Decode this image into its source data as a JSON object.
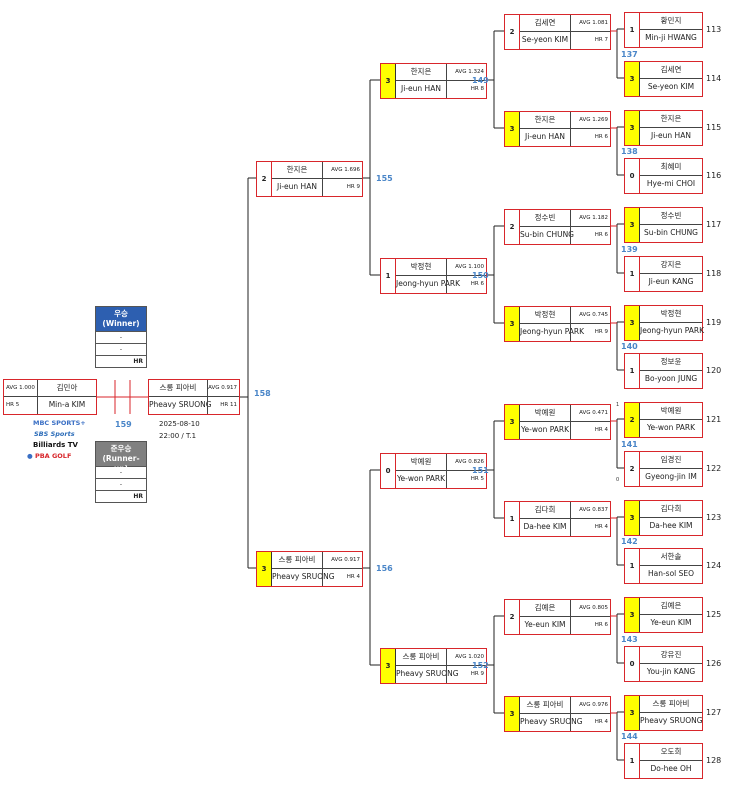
{
  "final_match": {
    "number": "159",
    "date": "2025-08-10",
    "time_table": "22:00 / T.1",
    "left": {
      "name_kr": "김민아",
      "name_en": "Min-a KIM",
      "avg": "AVG 1.000",
      "hr": "HR 5"
    },
    "right": {
      "name_kr": "스롱 피아비",
      "name_en": "Pheavy SRUONG",
      "avg": "AVG 0.917",
      "hr": "HR 11"
    },
    "match_label": "158"
  },
  "winner_box": {
    "title": "우승",
    "subtitle": "(Winner)",
    "rows": [
      "-",
      "-",
      "HR"
    ],
    "color": "#2d5fb0"
  },
  "runnerup_box": {
    "title": "준우승",
    "subtitle": "(Runner-up)",
    "rows": [
      "-",
      "-",
      "HR"
    ],
    "color": "#808080"
  },
  "logos": {
    "mbc": "MBC SPORTS+",
    "sbs": "SBS Sports",
    "billiards": "Billiards TV",
    "pba": "PBA GOLF"
  },
  "round1": [
    {
      "match": "113",
      "score": "1",
      "win": false,
      "name_kr": "황민지",
      "name_en": "Min-ji HWANG"
    },
    {
      "match": "114",
      "score": "3",
      "win": true,
      "name_kr": "김세연",
      "name_en": "Se-yeon KIM"
    },
    {
      "match": "115",
      "score": "3",
      "win": true,
      "name_kr": "한지은",
      "name_en": "Ji-eun HAN"
    },
    {
      "match": "116",
      "score": "0",
      "win": false,
      "name_kr": "최혜미",
      "name_en": "Hye-mi CHOI"
    },
    {
      "match": "117",
      "score": "3",
      "win": true,
      "name_kr": "정수빈",
      "name_en": "Su-bin CHUNG"
    },
    {
      "match": "118",
      "score": "1",
      "win": false,
      "name_kr": "강지은",
      "name_en": "Ji-eun KANG"
    },
    {
      "match": "119",
      "score": "3",
      "win": true,
      "name_kr": "박정현",
      "name_en": "Jeong-hyun PARK"
    },
    {
      "match": "120",
      "score": "1",
      "win": false,
      "name_kr": "정보윤",
      "name_en": "Bo-yoon JUNG"
    },
    {
      "match": "121",
      "score": "2",
      "win": true,
      "name_kr": "박예원",
      "name_en": "Ye-won PARK",
      "side": "1"
    },
    {
      "match": "122",
      "score": "2",
      "win": false,
      "name_kr": "임경진",
      "name_en": "Gyeong-jin IM",
      "side": "0"
    },
    {
      "match": "123",
      "score": "3",
      "win": true,
      "name_kr": "김다희",
      "name_en": "Da-hee KIM"
    },
    {
      "match": "124",
      "score": "1",
      "win": false,
      "name_kr": "서한솔",
      "name_en": "Han-sol SEO"
    },
    {
      "match": "125",
      "score": "3",
      "win": true,
      "name_kr": "김예은",
      "name_en": "Ye-eun KIM"
    },
    {
      "match": "126",
      "score": "0",
      "win": false,
      "name_kr": "강유진",
      "name_en": "You-jin KANG"
    },
    {
      "match": "127",
      "score": "3",
      "win": true,
      "name_kr": "스롱 피아비",
      "name_en": "Pheavy SRUONG"
    },
    {
      "match": "128",
      "score": "1",
      "win": false,
      "name_kr": "오도희",
      "name_en": "Do-hee OH"
    }
  ],
  "round2": [
    {
      "match": "137",
      "score": "2",
      "win": false,
      "name_kr": "김세연",
      "name_en": "Se-yeon KIM",
      "avg": "AVG 1.081",
      "hr": "HR 7"
    },
    {
      "match": "138",
      "score": "3",
      "win": true,
      "name_kr": "한지은",
      "name_en": "Ji-eun HAN",
      "avg": "AVG 1.269",
      "hr": "HR 6"
    },
    {
      "match": "139",
      "score": "2",
      "win": false,
      "name_kr": "정수빈",
      "name_en": "Su-bin CHUNG",
      "avg": "AVG 1.182",
      "hr": "HR 6"
    },
    {
      "match": "140",
      "score": "3",
      "win": true,
      "name_kr": "박정현",
      "name_en": "Jeong-hyun PARK",
      "avg": "AVG 0.745",
      "hr": "HR 9"
    },
    {
      "match": "141",
      "score": "3",
      "win": true,
      "name_kr": "박예원",
      "name_en": "Ye-won PARK",
      "avg": "AVG 0.471",
      "hr": "HR 4"
    },
    {
      "match": "142",
      "score": "1",
      "win": false,
      "name_kr": "김다희",
      "name_en": "Da-hee KIM",
      "avg": "AVG 0.837",
      "hr": "HR 4"
    },
    {
      "match": "143",
      "score": "2",
      "win": false,
      "name_kr": "김예은",
      "name_en": "Ye-eun KIM",
      "avg": "AVG 0.805",
      "hr": "HR 6"
    },
    {
      "match": "144",
      "score": "3",
      "win": true,
      "name_kr": "스롱 피아비",
      "name_en": "Pheavy SRUONG",
      "avg": "AVG 0.976",
      "hr": "HR 4"
    }
  ],
  "round3": [
    {
      "match": "149",
      "score": "3",
      "win": true,
      "name_kr": "한지은",
      "name_en": "Ji-eun HAN",
      "avg": "AVG 1.324",
      "hr": "HR 8"
    },
    {
      "match": "150",
      "score": "1",
      "win": false,
      "name_kr": "박정현",
      "name_en": "Jeong-hyun PARK",
      "avg": "AVG 1.100",
      "hr": "HR 6"
    },
    {
      "match": "151",
      "score": "0",
      "win": false,
      "name_kr": "박예원",
      "name_en": "Ye-won PARK",
      "avg": "AVG 0.826",
      "hr": "HR 5"
    },
    {
      "match": "152",
      "score": "3",
      "win": true,
      "name_kr": "스롱 피아비",
      "name_en": "Pheavy SRUONG",
      "avg": "AVG 1.020",
      "hr": "HR 9"
    }
  ],
  "round4": [
    {
      "match": "155",
      "score": "2",
      "win": false,
      "name_kr": "한지은",
      "name_en": "Ji-eun HAN",
      "avg": "AVG 1.696",
      "hr": "HR 9"
    },
    {
      "match": "156",
      "score": "3",
      "win": true,
      "name_kr": "스롱 피아비",
      "name_en": "Pheavy SRUONG",
      "avg": "AVG 0.917",
      "hr": "HR 4"
    }
  ]
}
